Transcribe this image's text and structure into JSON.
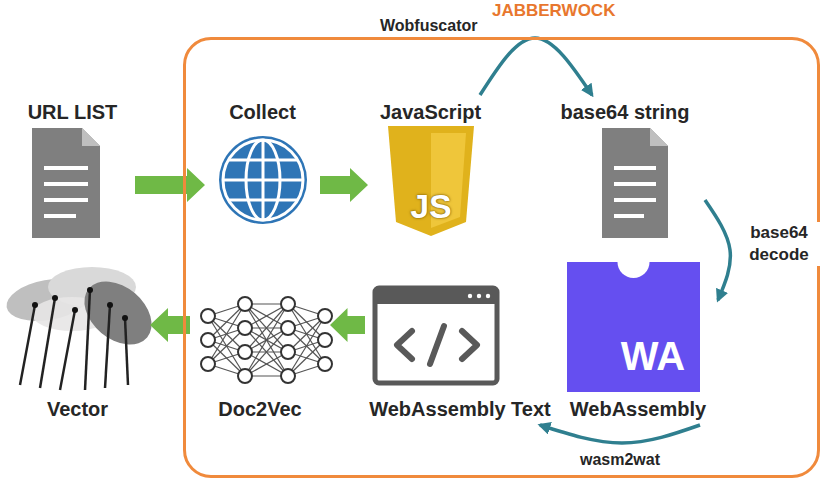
{
  "diagram": {
    "nodes": [
      {
        "text": [
          "JABBERWOCK"
        ]
      },
      {
        "text": [
          "URL LIST"
        ]
      },
      {
        "text": [
          "Collect"
        ],
        "in": 0
      },
      {
        "text": [
          "JavaScript",
          "JS"
        ],
        "in": 0
      },
      {
        "text": [
          "base64 string"
        ],
        "in": 0
      },
      {
        "text": [
          "Vector"
        ]
      },
      {
        "text": [
          "Doc2Vec"
        ],
        "in": 0
      },
      {
        "text": [
          "WebAssembly Text"
        ],
        "in": 0
      },
      {
        "text": [
          "WA",
          "WebAssembly"
        ],
        "in": 0
      }
    ],
    "edges": [
      {
        "from": 1,
        "to": 2,
        "arrow": "to"
      },
      {
        "from": 2,
        "to": 3,
        "arrow": "to"
      },
      {
        "from": 3,
        "to": 4,
        "label": "Wobfuscator",
        "arrow": "to"
      },
      {
        "from": 4,
        "to": 8,
        "label": "base64 decode",
        "arrow": "to"
      },
      {
        "from": 8,
        "to": 7,
        "label": "wasm2wat",
        "arrow": "to"
      },
      {
        "from": 7,
        "to": 6,
        "arrow": "to"
      },
      {
        "from": 6,
        "to": 5,
        "arrow": "to"
      }
    ]
  }
}
